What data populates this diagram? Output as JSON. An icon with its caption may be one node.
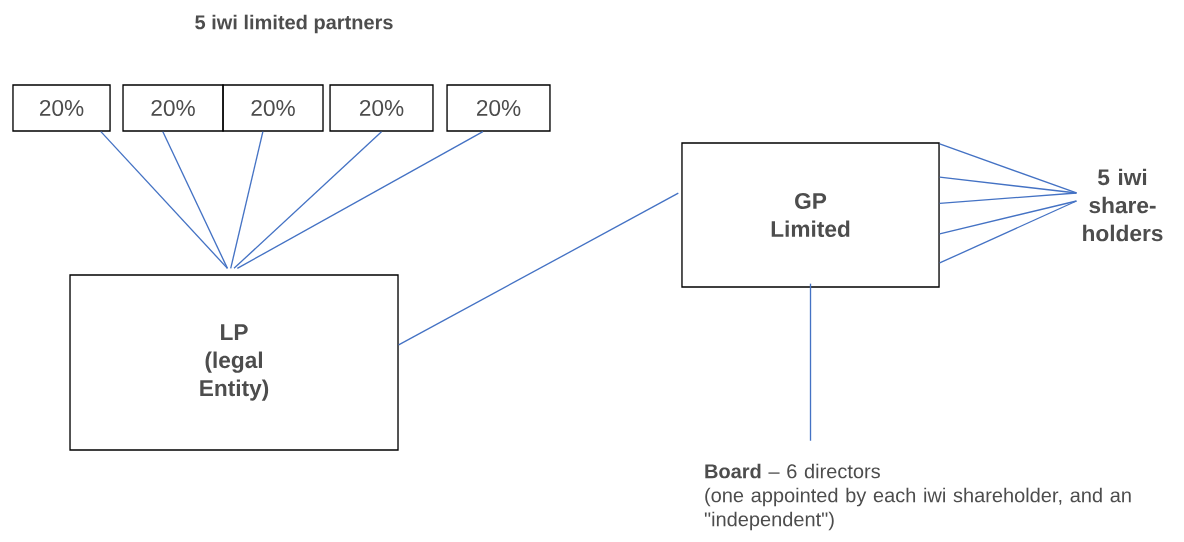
{
  "diagram": {
    "title": "5 iwi limited partners",
    "nodes": [
      {
        "text": [
          "20%"
        ]
      },
      {
        "text": [
          "20%"
        ]
      },
      {
        "text": [
          "20%"
        ]
      },
      {
        "text": [
          "20%"
        ]
      },
      {
        "text": [
          "20%"
        ]
      },
      {
        "text": [
          "LP (legal Entity)"
        ]
      },
      {
        "text": [
          "GP Limited"
        ]
      },
      {
        "text": [
          "5 iwi share- holders"
        ]
      },
      {
        "text": [
          "**Board** – 6 directors",
          "(one appointed by each iwi shareholder, and an \"independent\")"
        ]
      }
    ],
    "edges": [
      {
        "from": 0,
        "to": 5,
        "arrow": "none"
      },
      {
        "from": 1,
        "to": 5,
        "arrow": "none"
      },
      {
        "from": 2,
        "to": 5,
        "arrow": "none"
      },
      {
        "from": 3,
        "to": 5,
        "arrow": "none"
      },
      {
        "from": 4,
        "to": 5,
        "arrow": "none"
      },
      {
        "from": 5,
        "to": 6,
        "arrow": "none"
      },
      {
        "from": 6,
        "to": 7,
        "arrow": "none"
      },
      {
        "from": 6,
        "to": 7,
        "arrow": "none"
      },
      {
        "from": 6,
        "to": 7,
        "arrow": "none"
      },
      {
        "from": 6,
        "to": 7,
        "arrow": "none"
      },
      {
        "from": 6,
        "to": 7,
        "arrow": "none"
      },
      {
        "from": 6,
        "to": 8,
        "arrow": "none"
      }
    ]
  }
}
